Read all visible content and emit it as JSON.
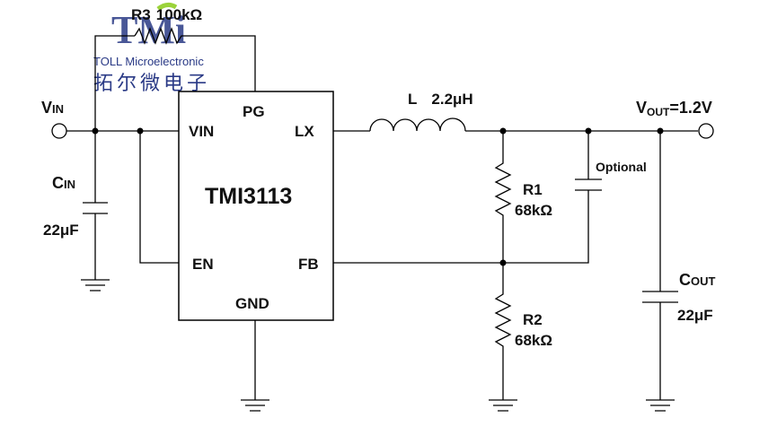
{
  "logo": {
    "mark": "TMi",
    "company_en": "TOLL Microelectronic",
    "company_cn": "拓尔微电子"
  },
  "ic": {
    "part_number": "TMI3113",
    "pins": {
      "pg": "PG",
      "vin": "VIN",
      "lx": "LX",
      "en": "EN",
      "fb": "FB",
      "gnd": "GND"
    }
  },
  "input": {
    "label_main": "V",
    "label_sub": "IN"
  },
  "output": {
    "label_main": "V",
    "label_sub": "OUT",
    "label_value": "=1.2V"
  },
  "components": {
    "r3": {
      "ref": "R3",
      "value": "100kΩ"
    },
    "inductor": {
      "ref": "L",
      "value": "2.2μH"
    },
    "cin": {
      "ref_main": "C",
      "ref_sub": "IN",
      "value": "22μF"
    },
    "r1": {
      "ref": "R1",
      "value": "68kΩ"
    },
    "r2": {
      "ref": "R2",
      "value": "68kΩ"
    },
    "c_optional": {
      "label": "Optional"
    },
    "cout": {
      "ref_main": "C",
      "ref_sub": "OUT",
      "value": "22μF"
    }
  }
}
